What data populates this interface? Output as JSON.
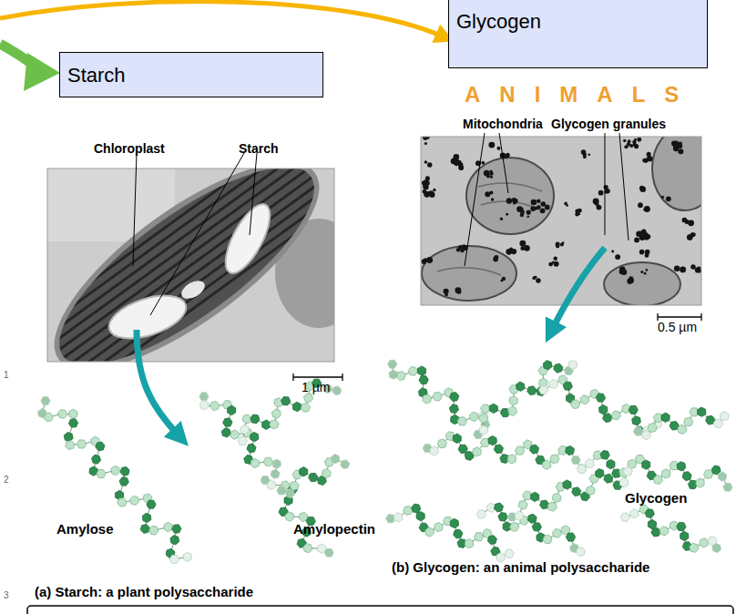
{
  "diagram": {
    "nodes": [
      {
        "text": [
          "Starch"
        ]
      },
      {
        "text": [
          "Glycogen"
        ]
      }
    ],
    "labels": [
      "ANIMALS",
      "Mitochondria",
      "Glycogen granules",
      "0.5 µm",
      "Chloroplast",
      "Starch",
      "1 µm",
      "Amylose",
      "Amylopectin",
      "Glycogen",
      "(a) Starch: a plant polysaccharide",
      "(b) Glycogen: an animal polysaccharide",
      "1",
      "2",
      "3"
    ]
  }
}
